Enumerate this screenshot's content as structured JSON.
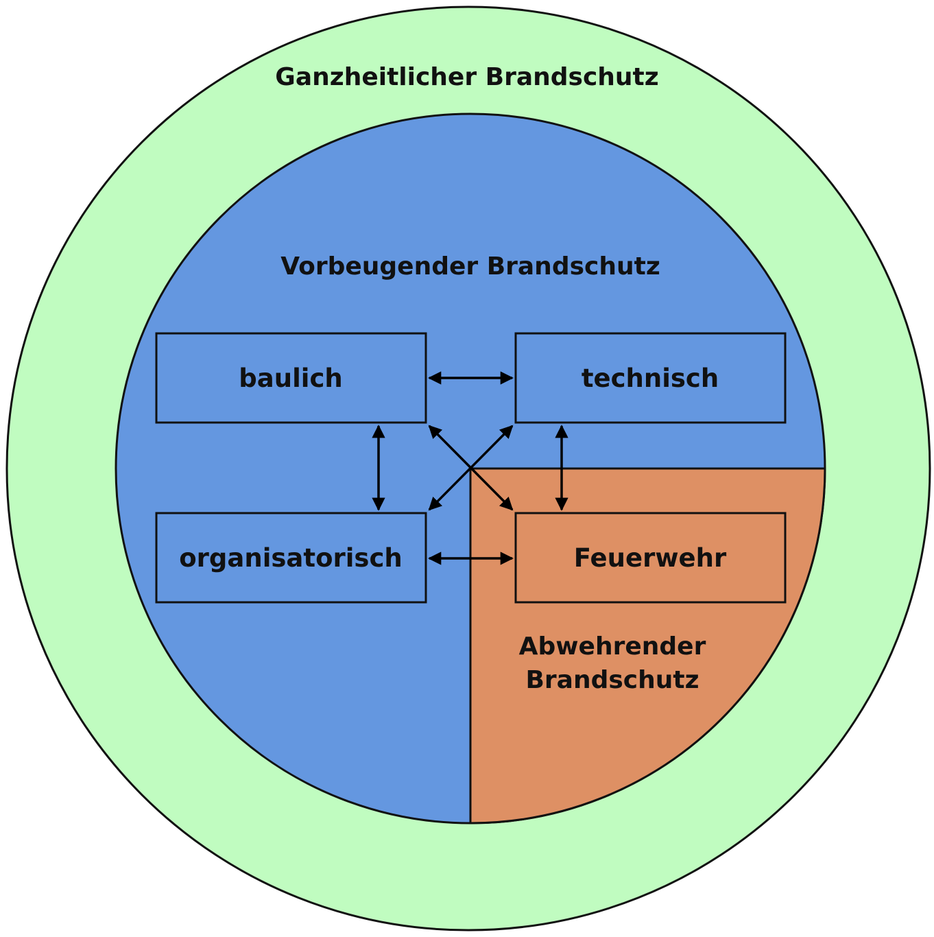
{
  "colors": {
    "outer": "#c0fcc0",
    "preventive": "#6497e0",
    "defensive": "#de9064",
    "stroke": "#111111"
  },
  "labels": {
    "holistic": "Ganzheitlicher Brandschutz",
    "preventive": "Vorbeugender Brandschutz",
    "defensive_line1": "Abwehrender",
    "defensive_line2": "Brandschutz"
  },
  "boxes": {
    "structural": "baulich",
    "technical": "technisch",
    "organizational": "organisatorisch",
    "fire_brigade": "Feuerwehr"
  }
}
